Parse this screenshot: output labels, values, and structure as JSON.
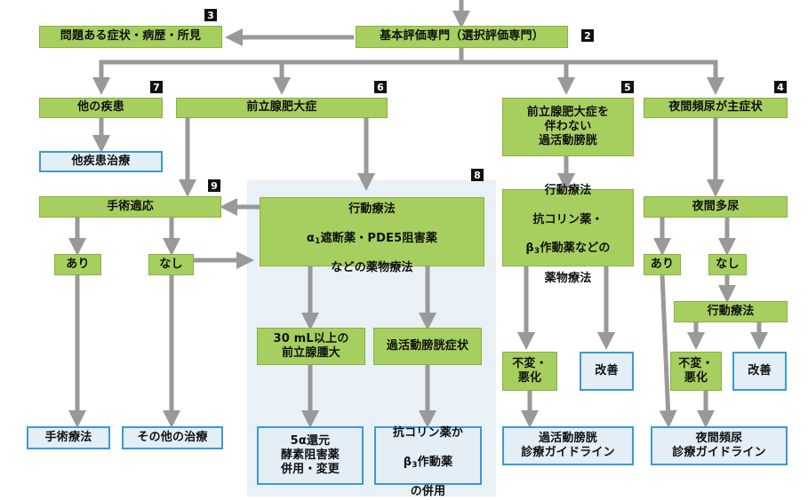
{
  "nodes": {
    "specialist_eval": "基本評価専門（選択評価専門）",
    "problem_symptoms": "問題ある症状・病歴・所見",
    "other_disease": "他の疾患",
    "other_disease_treatment": "他疾患治療",
    "bph": "前立腺肥大症",
    "oab_without_bph": "前立腺肥大症を\n伴わない\n過活動膀胱",
    "nocturia_main": "夜間頻尿が主症状",
    "surgery_indication": "手術適応",
    "yes_left": "あり",
    "no_left": "なし",
    "behavior_drug_therapy_line1": "行動療法",
    "behavior_drug_therapy_alpha": "α",
    "behavior_drug_therapy_sub": "1",
    "behavior_drug_therapy_line2_rest": "遮断薬・PDE5阻害薬",
    "behavior_drug_therapy_line3": "などの薬物療法",
    "prostate_30ml": "30 mL以上の\n前立腺腫大",
    "oab_symptoms": "過活動膀胱症状",
    "five_alpha": "5α還元\n酵素阻害薬\n併用・変更",
    "anticholinergic_combo_line1": "抗コリン薬か",
    "anticholinergic_combo_beta": "β",
    "anticholinergic_combo_sub": "3",
    "anticholinergic_combo_line2_rest": "作動薬",
    "anticholinergic_combo_line3": "の併用",
    "surgery_therapy": "手術療法",
    "other_treatment": "その他の治療",
    "oab_behavior_line1": "行動療法",
    "oab_behavior_line2": "抗コリン薬・",
    "oab_behavior_beta": "β",
    "oab_behavior_sub": "3",
    "oab_behavior_line3_rest": "作動薬などの",
    "oab_behavior_line4": "薬物療法",
    "unchanged_worse_1": "不変・\n悪化",
    "improved_1": "改善",
    "oab_guideline": "過活動膀胱\n診療ガイドライン",
    "nocturnal_polyuria": "夜間多尿",
    "yes_right": "あり",
    "no_right": "なし",
    "behavior_right": "行動療法",
    "unchanged_worse_2": "不変・\n悪化",
    "improved_2": "改善",
    "nocturia_guideline": "夜間頻尿\n診療ガイドライン"
  },
  "badges": {
    "b2": "2",
    "b3": "3",
    "b4": "4",
    "b5": "5",
    "b6": "6",
    "b7": "7",
    "b8": "8",
    "b9": "9"
  },
  "colors": {
    "green_fill": "#a6cf60",
    "green_border": "#86b23e",
    "blue_fill": "#e3eef7",
    "blue_border": "#3a9ad1",
    "arrow": "#999999",
    "region": "#e9f0f6"
  }
}
